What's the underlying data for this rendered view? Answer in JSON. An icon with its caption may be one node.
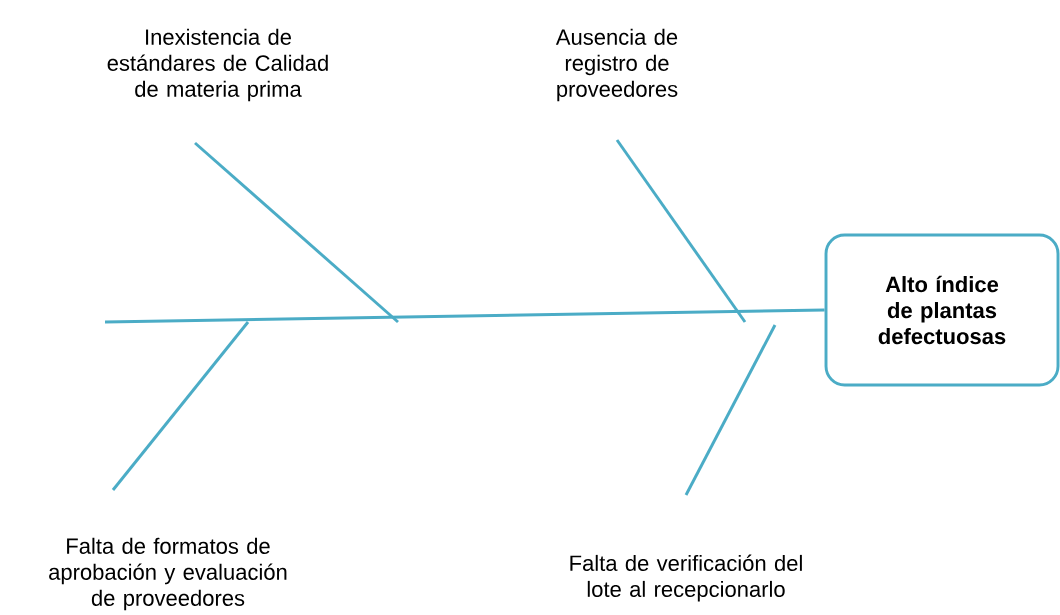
{
  "diagram": {
    "nodes": [
      {
        "text": [
          "**Alto índice de plantas defectuosas**"
        ]
      },
      {
        "text": [
          "Inexistencia de estándares de Calidad de materia prima"
        ]
      },
      {
        "text": [
          "Ausencia de registro de proveedores"
        ]
      },
      {
        "text": [
          "Falta de formatos de aprobación y evaluación de proveedores"
        ]
      },
      {
        "text": [
          "Falta de verificación del lote al recepcionarlo"
        ]
      }
    ],
    "edges": [
      {
        "from": null,
        "to": 0,
        "arrow": "none"
      },
      {
        "from": 1,
        "to": null,
        "arrow": "none"
      },
      {
        "from": 2,
        "to": null,
        "arrow": "none"
      },
      {
        "from": 3,
        "to": null,
        "arrow": "none"
      },
      {
        "from": 4,
        "to": null,
        "arrow": "none"
      }
    ]
  }
}
